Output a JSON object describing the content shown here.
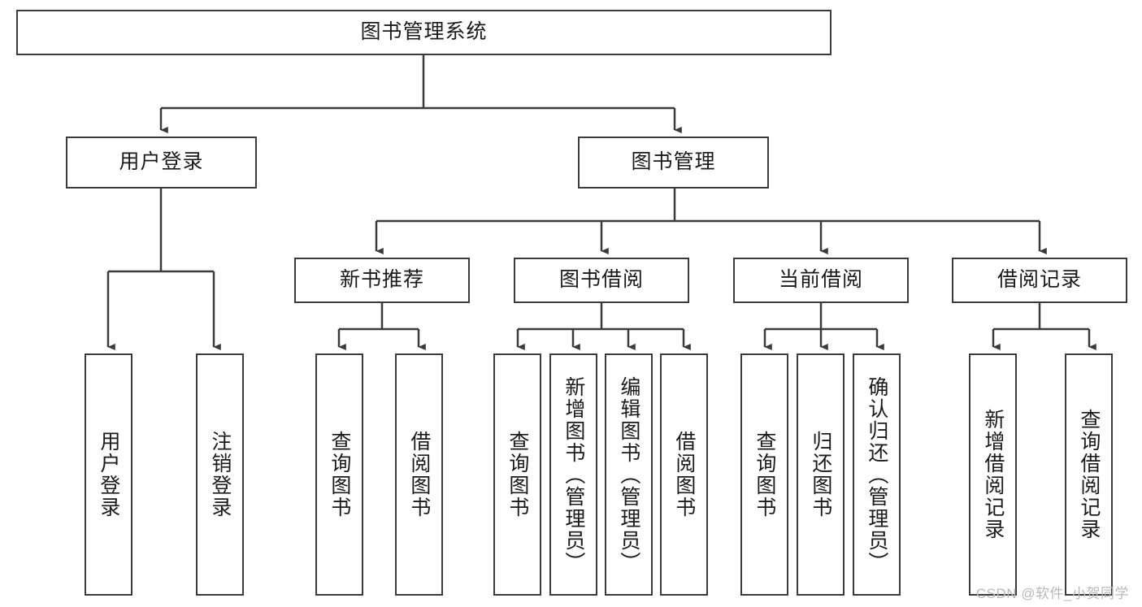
{
  "diagram": {
    "title": "图书管理系统",
    "type": "tree",
    "root": {
      "id": "root",
      "label": "图书管理系统"
    },
    "level2": [
      {
        "id": "user-login",
        "label": "用户登录"
      },
      {
        "id": "book-manage",
        "label": "图书管理"
      }
    ],
    "level3": [
      {
        "id": "new-book-rec",
        "label": "新书推荐",
        "parent": "book-manage"
      },
      {
        "id": "book-borrow",
        "label": "图书借阅",
        "parent": "book-manage"
      },
      {
        "id": "current-borrow",
        "label": "当前借阅",
        "parent": "book-manage"
      },
      {
        "id": "borrow-record",
        "label": "借阅记录",
        "parent": "book-manage"
      }
    ],
    "leaves": [
      {
        "id": "leaf-user-login",
        "label": "用户登录",
        "parent": "user-login"
      },
      {
        "id": "leaf-user-logout",
        "label": "注销登录",
        "parent": "user-login"
      },
      {
        "id": "leaf-query-book-rec",
        "label": "查询图书",
        "parent": "new-book-rec"
      },
      {
        "id": "leaf-borrow-book-rec",
        "label": "借阅图书",
        "parent": "new-book-rec"
      },
      {
        "id": "leaf-query-book-borrow",
        "label": "查询图书",
        "parent": "book-borrow"
      },
      {
        "id": "leaf-add-book",
        "label": "新增图书（管理员）",
        "parent": "book-borrow"
      },
      {
        "id": "leaf-edit-book",
        "label": "编辑图书（管理员）",
        "parent": "book-borrow"
      },
      {
        "id": "leaf-borrow-book",
        "label": "借阅图书",
        "parent": "book-borrow"
      },
      {
        "id": "leaf-query-book-cur",
        "label": "查询图书",
        "parent": "current-borrow"
      },
      {
        "id": "leaf-return-book",
        "label": "归还图书",
        "parent": "current-borrow"
      },
      {
        "id": "leaf-confirm-return",
        "label": "确认归还（管理员）",
        "parent": "current-borrow"
      },
      {
        "id": "leaf-add-record",
        "label": "新增借阅记录",
        "parent": "borrow-record"
      },
      {
        "id": "leaf-query-record",
        "label": "查询借阅记录",
        "parent": "borrow-record"
      }
    ]
  },
  "watermark": {
    "text": "CSDN @软件_小贺同学"
  },
  "colors": {
    "border": "#3b3b3b",
    "background": "#ffffff",
    "text": "#1a1a1a",
    "watermark": "#b9b9b9"
  }
}
